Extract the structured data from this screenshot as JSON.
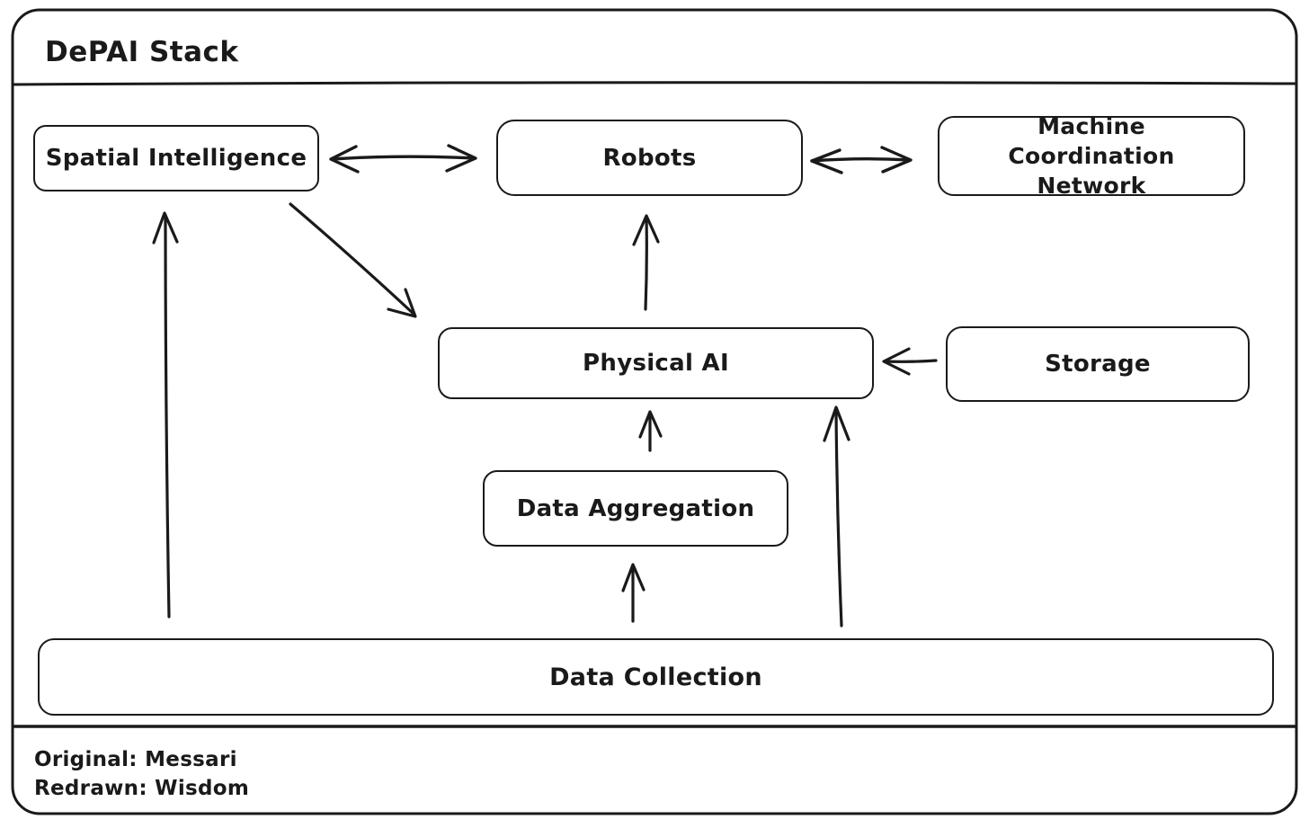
{
  "title": "DePAI Stack",
  "nodes": {
    "spatial_intelligence": "Spatial Intelligence",
    "robots": "Robots",
    "machine_coordination_network": "Machine Coordination Network",
    "physical_ai": "Physical AI",
    "storage": "Storage",
    "data_aggregation": "Data Aggregation",
    "data_collection": "Data Collection"
  },
  "edges": [
    {
      "from": "Spatial Intelligence",
      "to": "Robots",
      "direction": "bidirectional"
    },
    {
      "from": "Robots",
      "to": "Machine Coordination Network",
      "direction": "bidirectional"
    },
    {
      "from": "Physical AI",
      "to": "Robots",
      "direction": "one-way"
    },
    {
      "from": "Spatial Intelligence",
      "to": "Physical AI",
      "direction": "one-way"
    },
    {
      "from": "Storage",
      "to": "Physical AI",
      "direction": "one-way"
    },
    {
      "from": "Data Aggregation",
      "to": "Physical AI",
      "direction": "one-way"
    },
    {
      "from": "Data Collection",
      "to": "Data Aggregation",
      "direction": "one-way"
    },
    {
      "from": "Data Collection",
      "to": "Physical AI",
      "direction": "one-way"
    },
    {
      "from": "Data Collection",
      "to": "Spatial Intelligence",
      "direction": "one-way"
    }
  ],
  "footer": {
    "original": "Original: Messari",
    "redrawn": "Redrawn: Wisdom"
  },
  "colors": {
    "stroke": "#1a1a1a",
    "background": "#ffffff"
  }
}
